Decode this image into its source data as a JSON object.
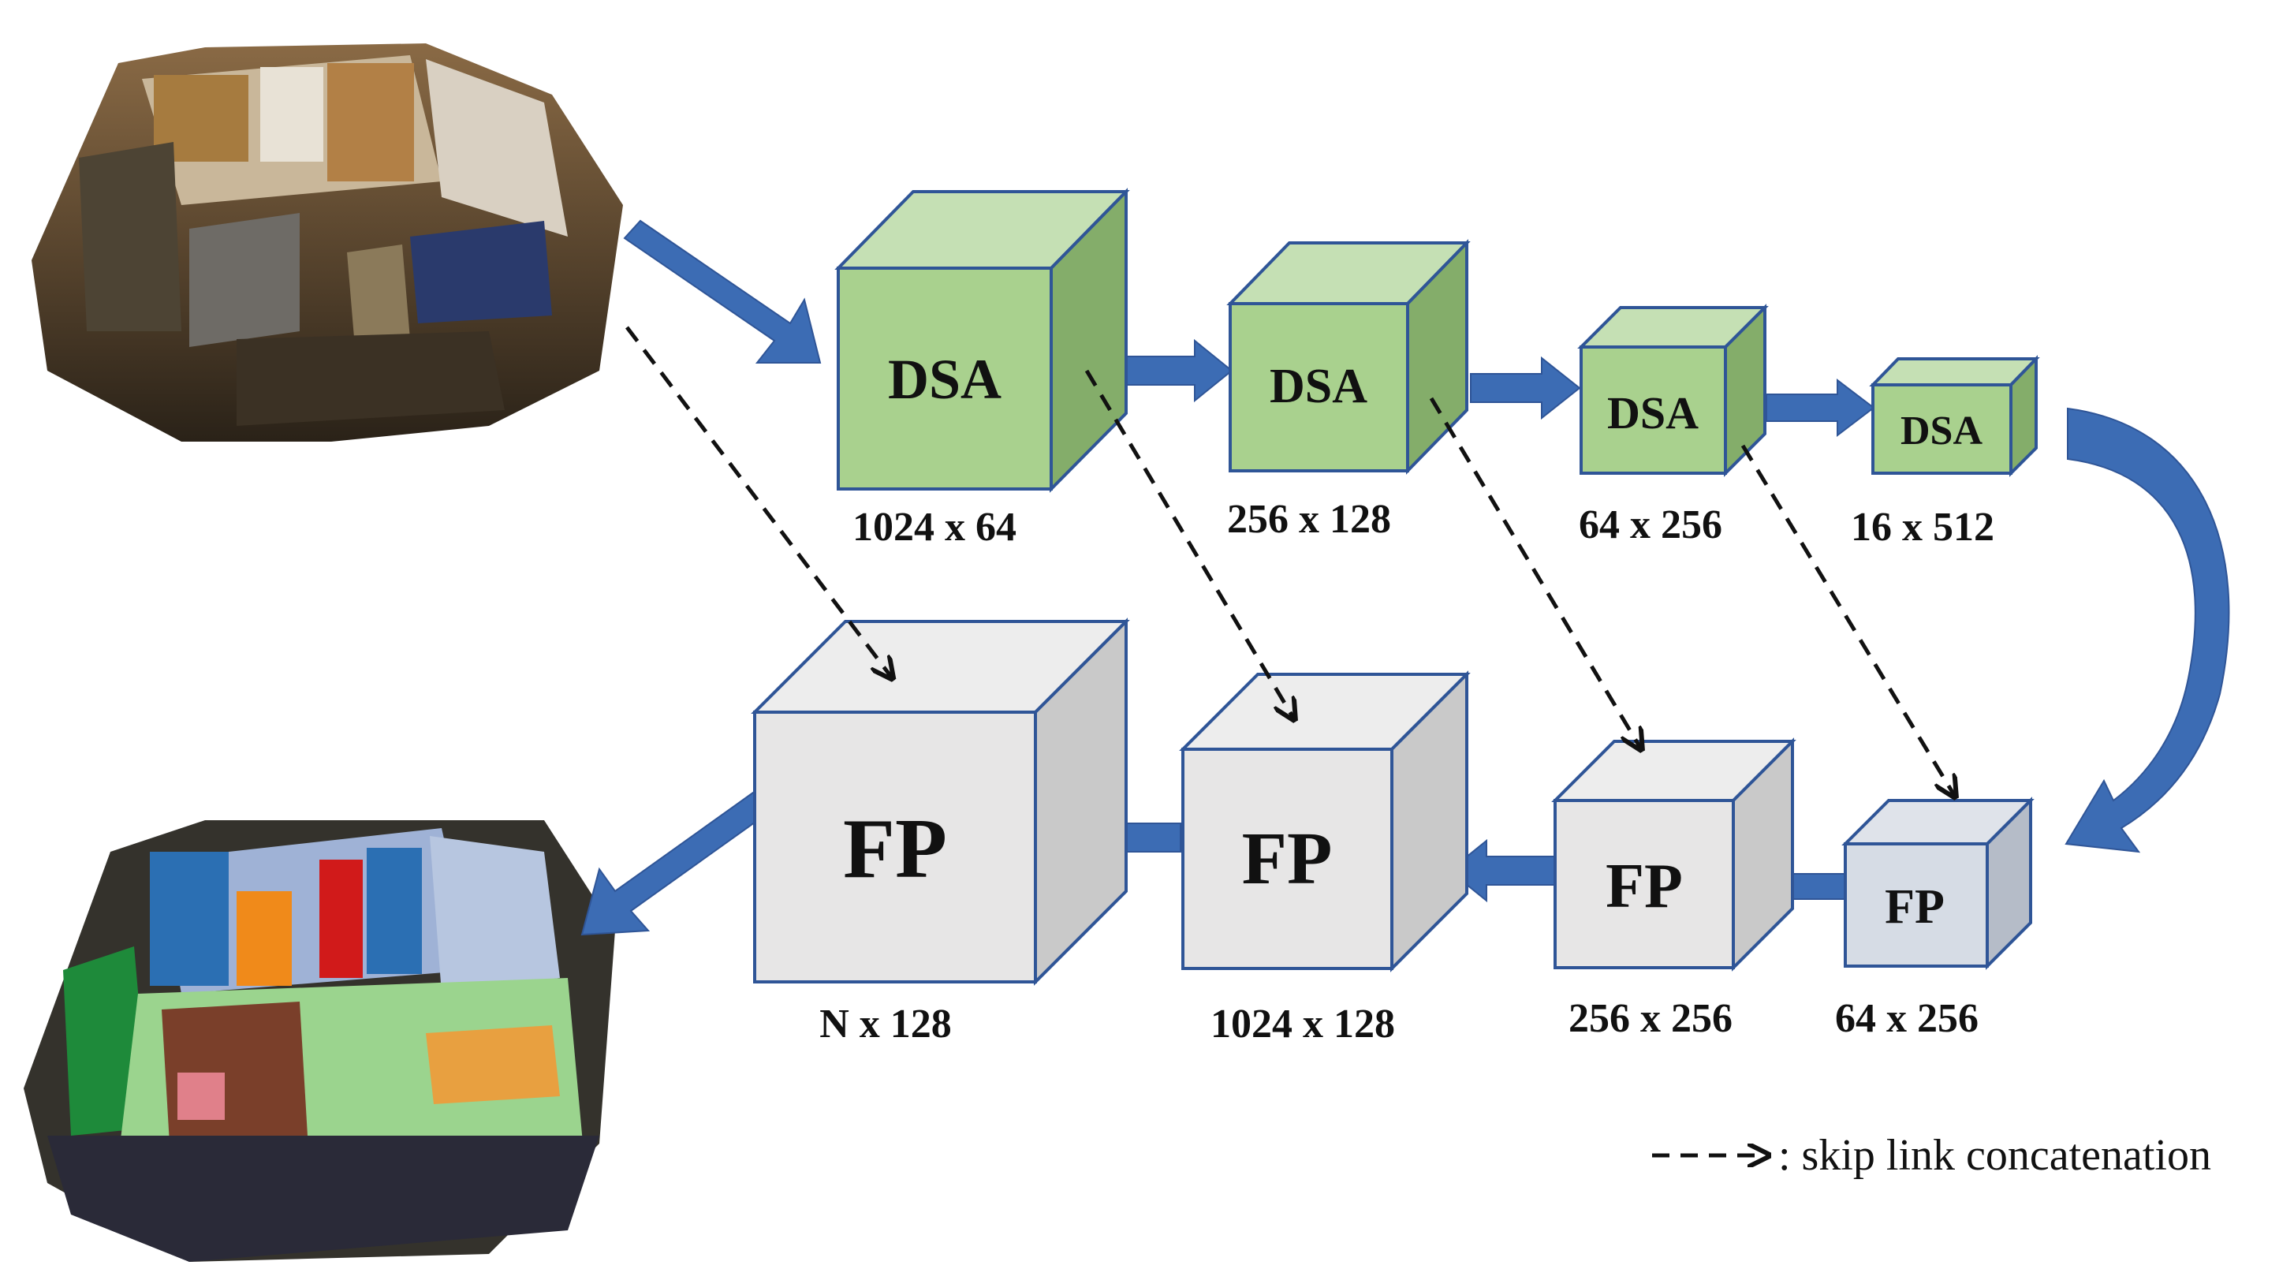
{
  "encoder": [
    {
      "label": "DSA",
      "dims": "1024 x 64"
    },
    {
      "label": "DSA",
      "dims": "256 x 128"
    },
    {
      "label": "DSA",
      "dims": "64 x 256"
    },
    {
      "label": "DSA",
      "dims": "16 x 512"
    }
  ],
  "decoder": [
    {
      "label": "FP",
      "dims": "N x 128"
    },
    {
      "label": "FP",
      "dims": "1024 x 128"
    },
    {
      "label": "FP",
      "dims": "256 x 256"
    },
    {
      "label": "FP",
      "dims": "64 x 256"
    }
  ],
  "legend": {
    "text": ": skip link concatenation"
  },
  "colors": {
    "encoder_front": "#a9d18e",
    "encoder_top": "#c5e0b4",
    "encoder_side": "#84ad6a",
    "decoder_front": "#e7e6e6",
    "decoder_top": "#ededed",
    "decoder_side": "#c9c9c9",
    "decoder_last_front": "#d6dce5",
    "decoder_last_top": "#dfe3ea",
    "decoder_last_side": "#b5bcc8",
    "edge": "#2f5597",
    "arrow": "#3c6cb4",
    "skip": "#111111"
  },
  "images": {
    "input": "input-point-cloud-image",
    "output": "segmented-output-image"
  }
}
